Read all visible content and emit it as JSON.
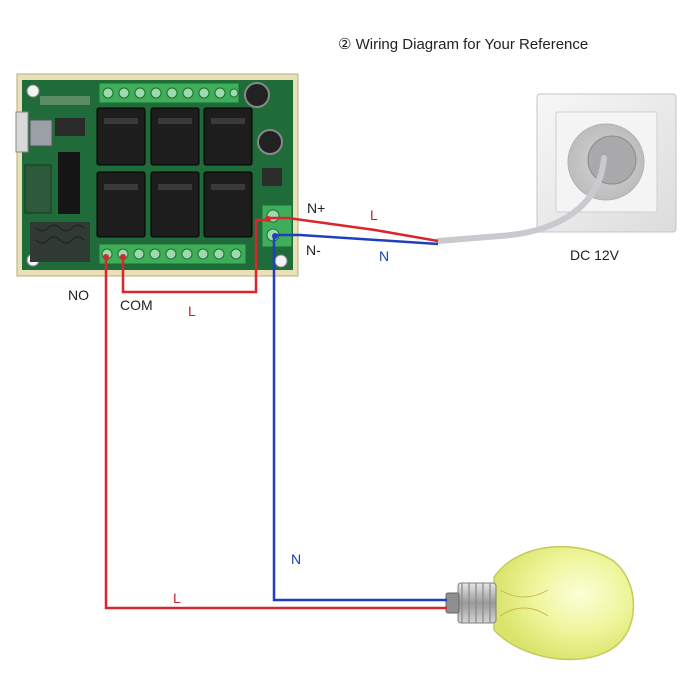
{
  "title": "② Wiring Diagram for Your Reference",
  "labels": {
    "no": "NO",
    "com": "COM",
    "n_plus": "N+",
    "n_minus": "N-",
    "dc": "DC 12V",
    "l_supply": "L",
    "n_supply": "N",
    "l_com": "L",
    "n_lamp": "N",
    "l_lamp": "L"
  },
  "colors": {
    "live_wire": "#d9262c",
    "neutral_wire": "#1f3fc0",
    "pcb": "#1f6b3a",
    "terminal": "#3fae5a",
    "relay": "#1d1d1d",
    "socket": "#ececec",
    "cable": "#c9c9cf",
    "bulb_glass": "#eef59a",
    "bulb_base": "#b9b9b9"
  }
}
